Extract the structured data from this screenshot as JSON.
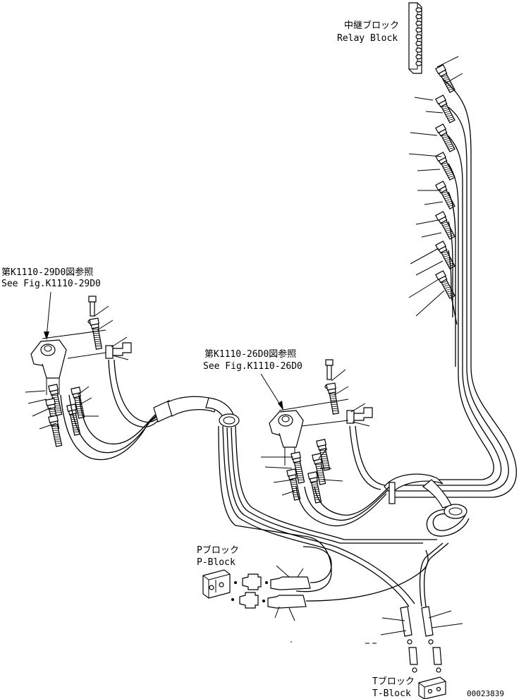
{
  "labels": {
    "relay_block_jp": "中継ブロック",
    "relay_block_en": "Relay Block",
    "see_fig_left_jp": "第K1110-29D0図参照",
    "see_fig_left_en": "See Fig.K1110-29D0",
    "see_fig_mid_jp": "第K1110-26D0図参照",
    "see_fig_mid_en": "See Fig.K1110-26D0",
    "p_block_jp": "Pブロック",
    "p_block_en": "P-Block",
    "t_block_jp": "Tブロック",
    "t_block_en": "T-Block",
    "drawing_number": "00023839"
  }
}
